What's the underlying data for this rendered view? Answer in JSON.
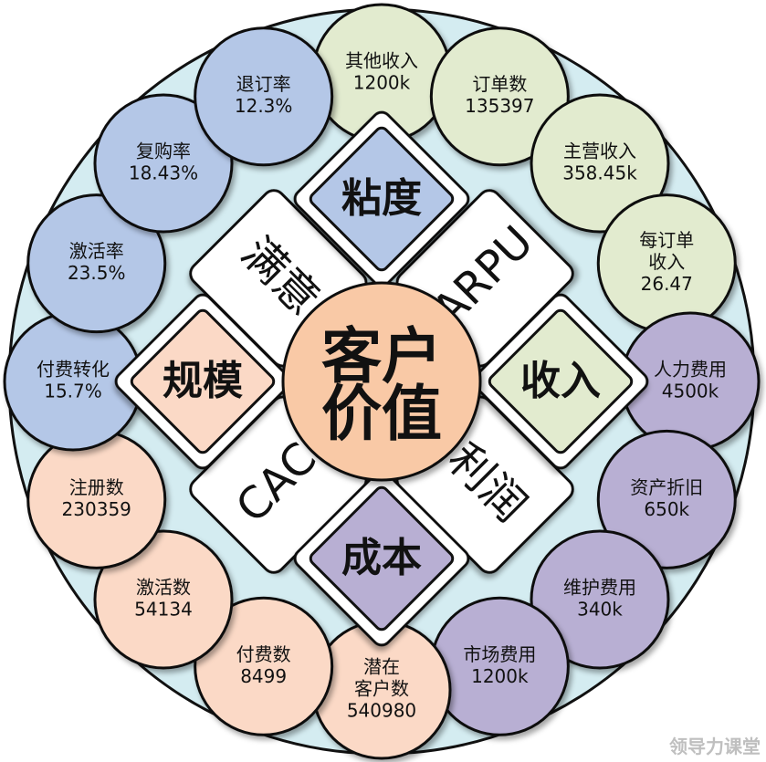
{
  "center": {
    "line1": "客户",
    "line2": "价值",
    "color": "#F9C9A6"
  },
  "diamonds": [
    {
      "label": "粘度",
      "color": "#B4C7E7"
    },
    {
      "label": "收入",
      "color": "#E2EBCF"
    },
    {
      "label": "成本",
      "color": "#B8AFD3"
    },
    {
      "label": "规模",
      "color": "#FBD9C6"
    }
  ],
  "squares": [
    {
      "label": "满意"
    },
    {
      "label": "ARPU"
    },
    {
      "label": "利润"
    },
    {
      "label": "CAC"
    }
  ],
  "outer_circles": [
    {
      "label": "其他收入",
      "value": "1200k",
      "color": "#E2EBCF"
    },
    {
      "label": "订单数",
      "value": "135397",
      "color": "#E2EBCF"
    },
    {
      "label": "主营收入",
      "value": "358.45k",
      "color": "#E2EBCF"
    },
    {
      "label": "每订单\n收入",
      "value": "26.47",
      "color": "#E2EBCF"
    },
    {
      "label": "人力费用",
      "value": "4500k",
      "color": "#B8AFD3"
    },
    {
      "label": "资产折旧",
      "value": "650k",
      "color": "#B8AFD3"
    },
    {
      "label": "维护费用",
      "value": "340k",
      "color": "#B8AFD3"
    },
    {
      "label": "市场费用",
      "value": "1200k",
      "color": "#B8AFD3"
    },
    {
      "label": "潜在\n客户数",
      "value": "540980",
      "color": "#FBD9C6"
    },
    {
      "label": "付费数",
      "value": "8499",
      "color": "#FBD9C6"
    },
    {
      "label": "激活数",
      "value": "54134",
      "color": "#FBD9C6"
    },
    {
      "label": "注册数",
      "value": "230359",
      "color": "#FBD9C6"
    },
    {
      "label": "付费转化",
      "value": "15.7%",
      "color": "#B4C7E7"
    },
    {
      "label": "激活率",
      "value": "23.5%",
      "color": "#B4C7E7"
    },
    {
      "label": "复购率",
      "value": "18.43%",
      "color": "#B4C7E7"
    },
    {
      "label": "退订率",
      "value": "12.3%",
      "color": "#B4C7E7"
    }
  ],
  "ring_color": "#D4ECF1",
  "watermark": "领导力课堂"
}
